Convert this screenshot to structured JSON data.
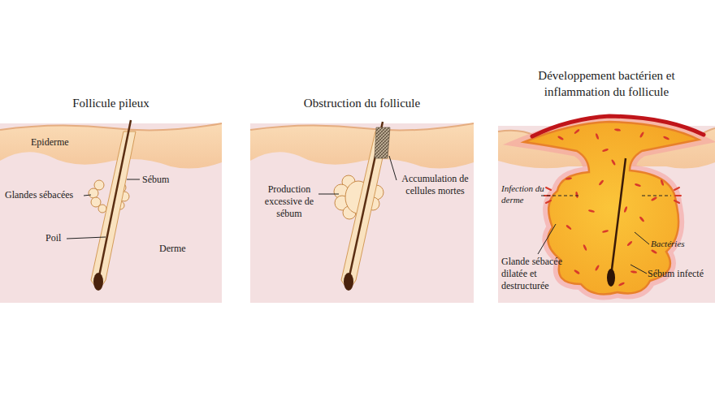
{
  "diagram": {
    "nodes": [
      {
        "text": [
          "Follicule pileux"
        ]
      },
      {
        "text": [
          "Obstruction du follicule"
        ]
      },
      {
        "text": [
          "Développement bactérien et inflammation du follicule"
        ]
      }
    ],
    "labels": [
      "Epiderme",
      "Sébum",
      "Glandes sébacées",
      "Poil",
      "Derme",
      "Production excessive de sébum",
      "Accumulation de cellules mortes",
      "Infection du derme",
      "Bactéries",
      "Glande sébacée dilatée et destructurée",
      "Sébum infecté"
    ]
  }
}
